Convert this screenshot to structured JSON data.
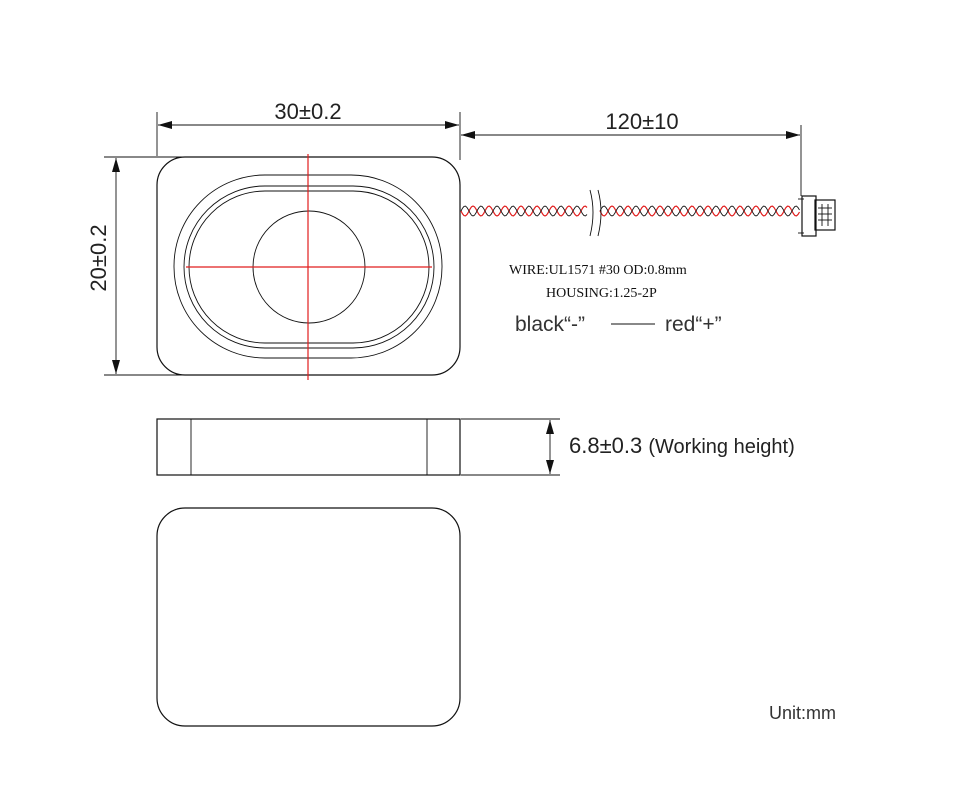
{
  "dimensions": {
    "width": "30±0.2",
    "height": "20±0.2",
    "cable_length": "120±10",
    "thickness": "6.8±0.3",
    "thickness_note": "(Working height)"
  },
  "specs": {
    "wire": "WIRE:UL1571 #30 OD:0.8mm",
    "housing": "HOUSING:1.25-2P"
  },
  "legend": {
    "black": "black“-”",
    "red": "red“+”"
  },
  "unit": "Unit:mm",
  "colors": {
    "outline": "#111111",
    "centerline": "#e11d1d",
    "wire_red": "#e11d1d",
    "wire_black": "#111111"
  }
}
